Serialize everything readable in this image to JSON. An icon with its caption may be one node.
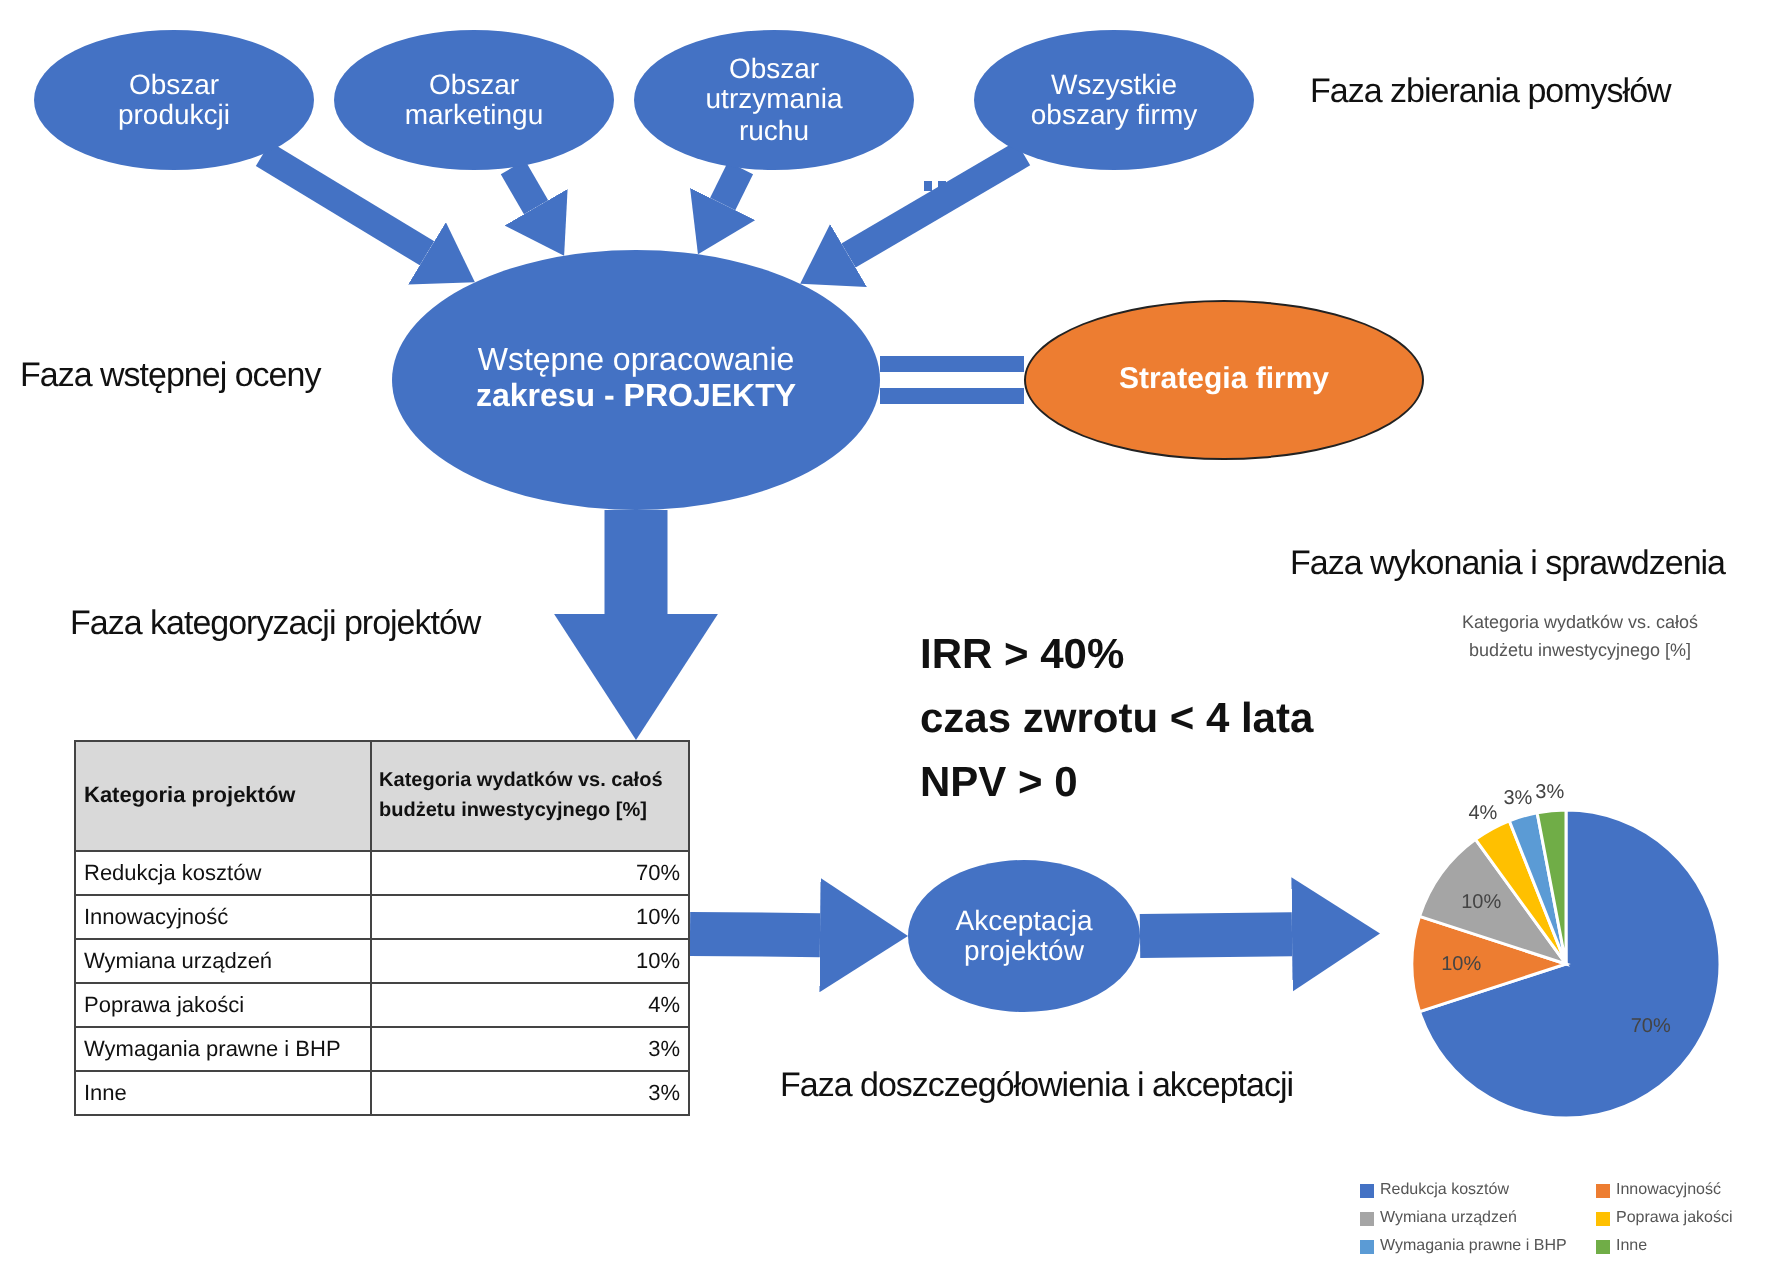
{
  "diagram": {
    "nodes": [
      {
        "text": [
          "Obszar produkcji"
        ]
      },
      {
        "text": [
          "Obszar marketingu"
        ]
      },
      {
        "text": [
          "Obszar utrzymania ruchu"
        ]
      },
      {
        "text": [
          "Wszystkie obszary firmy"
        ]
      },
      {
        "text": [
          "Wstępne opracowanie **zakresu - PROJEKTY**"
        ]
      },
      {
        "text": [
          "Strategia firmy"
        ]
      },
      {
        "text": [],
        "shape": "table"
      },
      {
        "text": [
          "Akceptacja projektów"
        ]
      },
      {
        "text": [],
        "shape": "chart"
      }
    ],
    "edges": [
      {
        "from": 0,
        "to": 4,
        "arrow": "to"
      },
      {
        "from": 1,
        "to": 4,
        "arrow": "to"
      },
      {
        "from": 2,
        "to": 4,
        "arrow": "to"
      },
      {
        "from": 3,
        "to": 4,
        "arrow": "to"
      },
      {
        "from": 4,
        "to": 5,
        "arrow": "none"
      },
      {
        "from": 4,
        "to": 6,
        "arrow": "to",
        "style": "thick"
      },
      {
        "from": 6,
        "to": 7,
        "arrow": "to"
      },
      {
        "from": 7,
        "to": 8,
        "arrow": "to"
      }
    ],
    "labels": [
      "Faza zbierania pomysłów",
      "Faza wstępnej oceny",
      "Faza kategoryzacji projektów",
      "Faza wykonania i sprawdzenia",
      "IRR > 40%",
      "czas zwrotu < 4 lata",
      "NPV > 0",
      "Kategoria projektów",
      "Kategoria wydatków vs. całoś budżetu inwestycyjnego [%]",
      "Redukcja kosztów",
      "70%",
      "Innowacyjność",
      "10%",
      "Wymiana urządzeń",
      "10%",
      "Poprawa jakości",
      "4%",
      "Wymagania prawne i BHP",
      "3%",
      "Inne",
      "3%",
      "Faza doszczegółowienia i akceptacji"
    ],
    "chart_data": {
      "type": "pie",
      "title": "Kategoria wydatków vs. całoś budżetu inwestycyjnego [%]",
      "categories": [
        "Redukcja kosztów",
        "Innowacyjność",
        "Wymiana urządzeń",
        "Poprawa jakości",
        "Wymagania prawne i BHP",
        "Inne"
      ],
      "series": [
        {
          "values": [
            70,
            10,
            10,
            4,
            3,
            3
          ]
        }
      ],
      "value_labels": [
        "70%",
        "10%",
        "10%",
        "4%",
        "3%",
        "3%"
      ],
      "legend": "bottom"
    }
  }
}
